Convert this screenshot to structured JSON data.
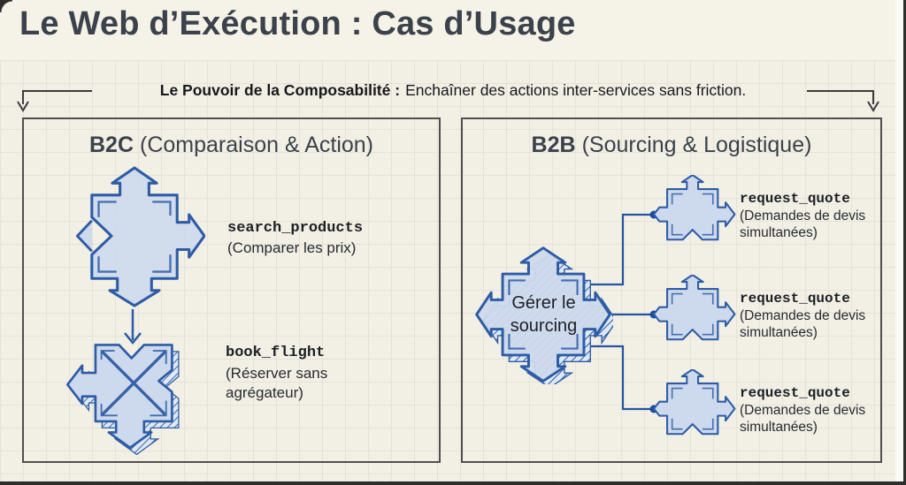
{
  "window": {
    "title": "Le Web d’Exécution : Cas d’Usage"
  },
  "banner": {
    "lead": "Le Pouvoir de la Composabilité :",
    "text": "Enchaîner des actions inter-services sans friction."
  },
  "b2c": {
    "name": "B2C",
    "subtitle": "(Comparaison & Action)",
    "steps": [
      {
        "icon": "puzzle-piece-icon",
        "code": "search_products",
        "desc": "(Comparer les prix)"
      },
      {
        "icon": "puzzle-piece-3d-icon",
        "code": "book_flight",
        "desc_lines": [
          "(Réserver sans",
          "agrégateur)"
        ]
      }
    ],
    "connector_icon": "arrow-down-icon"
  },
  "b2b": {
    "name": "B2B",
    "subtitle": "(Sourcing & Logistique)",
    "hub": {
      "icon": "puzzle-piece-hub-icon",
      "label_lines": [
        "Gérer le",
        "sourcing"
      ]
    },
    "spokes": [
      {
        "icon": "puzzle-piece-icon",
        "code": "request_quote",
        "desc_lines": [
          "(Demandes de devis",
          "simultanées)"
        ]
      },
      {
        "icon": "puzzle-piece-icon",
        "code": "request_quote",
        "desc_lines": [
          "(Demandes de devis",
          "simultanées)"
        ]
      },
      {
        "icon": "puzzle-piece-icon",
        "code": "request_quote",
        "desc_lines": [
          "(Demandes de devis",
          "simultanées)"
        ]
      }
    ]
  },
  "colors": {
    "background": "#f5f2e8",
    "grid_line": "#e5e2d6",
    "accent_blue": "#2d5ca6",
    "puzzle_fill": "#cdd9ec",
    "connector_dot": "#1c4c9f",
    "panel_border": "#4f4f4f",
    "heading_ink": "#3b424b",
    "text_ink": "#16181b"
  }
}
